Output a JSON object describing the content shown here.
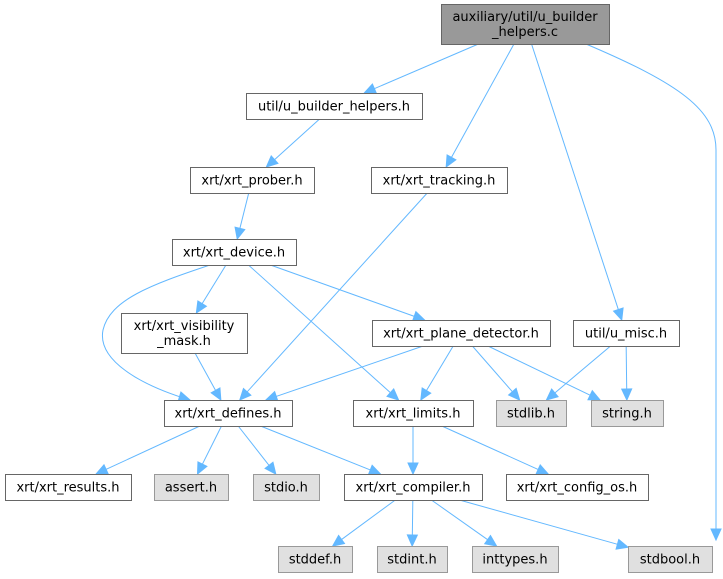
{
  "title": "auxiliary/util/u_builder_helpers.c include dependency graph",
  "colors": {
    "edge": "#63b8ff",
    "root_fill": "#999999",
    "header_fill": "#ffffff",
    "system_fill": "#e0e0e0"
  },
  "nodes": [
    {
      "id": "root",
      "lines": [
        "auxiliary/util/u_builder",
        "_helpers.c"
      ],
      "kind": "root"
    },
    {
      "id": "u_builder_helpers_h",
      "lines": [
        "util/u_builder_helpers.h"
      ],
      "kind": "header"
    },
    {
      "id": "xrt_prober",
      "lines": [
        "xrt/xrt_prober.h"
      ],
      "kind": "header"
    },
    {
      "id": "xrt_tracking",
      "lines": [
        "xrt/xrt_tracking.h"
      ],
      "kind": "header"
    },
    {
      "id": "xrt_device",
      "lines": [
        "xrt/xrt_device.h"
      ],
      "kind": "header"
    },
    {
      "id": "xrt_visibility_mask",
      "lines": [
        "xrt/xrt_visibility",
        "_mask.h"
      ],
      "kind": "header"
    },
    {
      "id": "xrt_plane_detector",
      "lines": [
        "xrt/xrt_plane_detector.h"
      ],
      "kind": "header"
    },
    {
      "id": "u_misc",
      "lines": [
        "util/u_misc.h"
      ],
      "kind": "header"
    },
    {
      "id": "xrt_defines",
      "lines": [
        "xrt/xrt_defines.h"
      ],
      "kind": "header"
    },
    {
      "id": "xrt_limits",
      "lines": [
        "xrt/xrt_limits.h"
      ],
      "kind": "header"
    },
    {
      "id": "stdlib",
      "lines": [
        "stdlib.h"
      ],
      "kind": "system"
    },
    {
      "id": "string",
      "lines": [
        "string.h"
      ],
      "kind": "system"
    },
    {
      "id": "xrt_results",
      "lines": [
        "xrt/xrt_results.h"
      ],
      "kind": "header"
    },
    {
      "id": "assert",
      "lines": [
        "assert.h"
      ],
      "kind": "system"
    },
    {
      "id": "stdio",
      "lines": [
        "stdio.h"
      ],
      "kind": "system"
    },
    {
      "id": "xrt_compiler",
      "lines": [
        "xrt/xrt_compiler.h"
      ],
      "kind": "header"
    },
    {
      "id": "xrt_config_os",
      "lines": [
        "xrt/xrt_config_os.h"
      ],
      "kind": "header"
    },
    {
      "id": "stddef",
      "lines": [
        "stddef.h"
      ],
      "kind": "system"
    },
    {
      "id": "stdint",
      "lines": [
        "stdint.h"
      ],
      "kind": "system"
    },
    {
      "id": "inttypes",
      "lines": [
        "inttypes.h"
      ],
      "kind": "system"
    },
    {
      "id": "stdbool",
      "lines": [
        "stdbool.h"
      ],
      "kind": "system"
    }
  ],
  "edges": [
    {
      "from": "root",
      "to": "u_builder_helpers_h"
    },
    {
      "from": "root",
      "to": "xrt_tracking"
    },
    {
      "from": "root",
      "to": "u_misc"
    },
    {
      "from": "root",
      "to": "stdbool"
    },
    {
      "from": "u_builder_helpers_h",
      "to": "xrt_prober"
    },
    {
      "from": "xrt_prober",
      "to": "xrt_device"
    },
    {
      "from": "xrt_tracking",
      "to": "xrt_defines"
    },
    {
      "from": "xrt_device",
      "to": "xrt_visibility_mask"
    },
    {
      "from": "xrt_device",
      "to": "xrt_defines"
    },
    {
      "from": "xrt_device",
      "to": "xrt_limits"
    },
    {
      "from": "xrt_device",
      "to": "xrt_plane_detector"
    },
    {
      "from": "xrt_visibility_mask",
      "to": "xrt_defines"
    },
    {
      "from": "xrt_plane_detector",
      "to": "xrt_defines"
    },
    {
      "from": "xrt_plane_detector",
      "to": "xrt_limits"
    },
    {
      "from": "xrt_plane_detector",
      "to": "stdlib"
    },
    {
      "from": "xrt_plane_detector",
      "to": "string"
    },
    {
      "from": "u_misc",
      "to": "stdlib"
    },
    {
      "from": "u_misc",
      "to": "string"
    },
    {
      "from": "xrt_defines",
      "to": "xrt_results"
    },
    {
      "from": "xrt_defines",
      "to": "assert"
    },
    {
      "from": "xrt_defines",
      "to": "stdio"
    },
    {
      "from": "xrt_defines",
      "to": "xrt_compiler"
    },
    {
      "from": "xrt_limits",
      "to": "xrt_compiler"
    },
    {
      "from": "xrt_limits",
      "to": "xrt_config_os"
    },
    {
      "from": "xrt_compiler",
      "to": "stddef"
    },
    {
      "from": "xrt_compiler",
      "to": "stdint"
    },
    {
      "from": "xrt_compiler",
      "to": "inttypes"
    },
    {
      "from": "xrt_compiler",
      "to": "stdbool"
    }
  ]
}
